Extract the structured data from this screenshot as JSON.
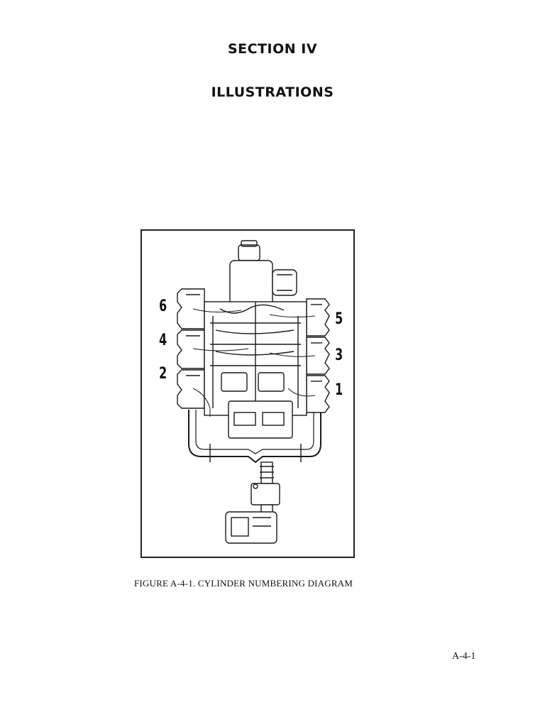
{
  "page": {
    "section_title": "SECTION IV",
    "section_subtitle": "ILLUSTRATIONS",
    "figure_caption": "FIGURE A-4-1. CYLINDER NUMBERING DIAGRAM",
    "page_number": "A-4-1"
  },
  "figure": {
    "left_cylinders": [
      "6",
      "4",
      "2"
    ],
    "right_cylinders": [
      "5",
      "3",
      "1"
    ]
  }
}
